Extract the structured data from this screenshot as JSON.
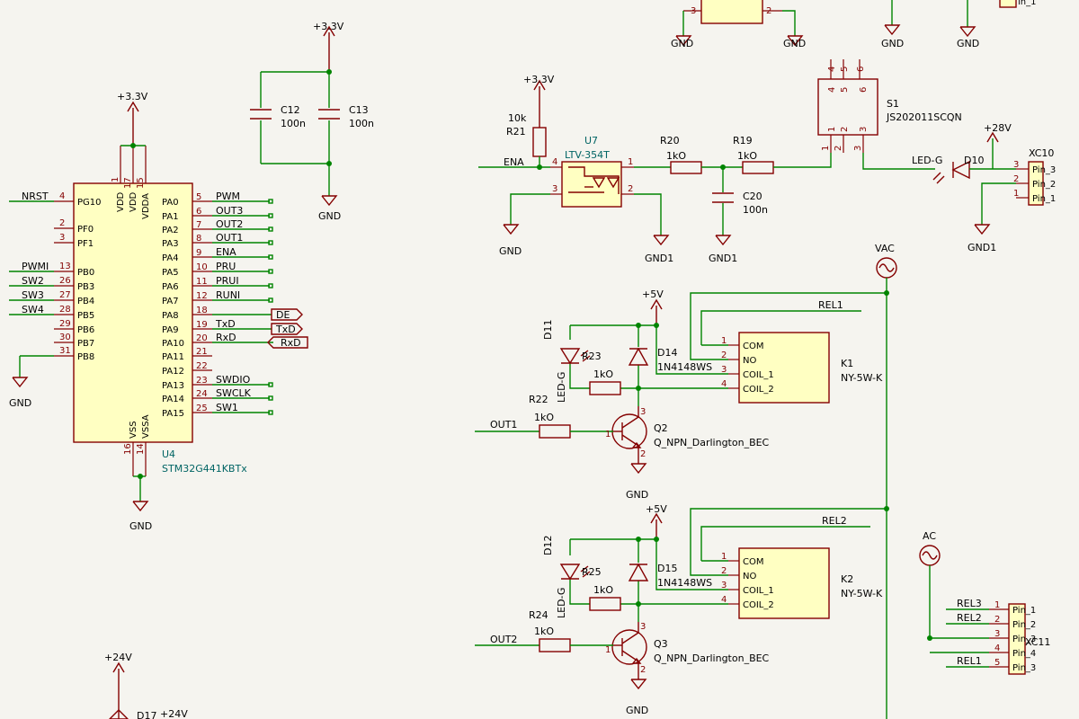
{
  "power": {
    "p33": "+3.3V",
    "p5": "+5V",
    "p24": "+24V",
    "p28": "+28V",
    "gnd": "GND",
    "gnd1": "GND1",
    "vac": "VAC",
    "ac": "AC"
  },
  "u4": {
    "ref": "U4",
    "value": "STM32G441KBTx",
    "left_pins": [
      {
        "name": "PG10",
        "num": "4",
        "net": "NRST"
      },
      {
        "name": "PF0",
        "num": "2",
        "net": ""
      },
      {
        "name": "PF1",
        "num": "3",
        "net": ""
      },
      {
        "name": "PB0",
        "num": "13",
        "net": "PWMI"
      },
      {
        "name": "PB3",
        "num": "26",
        "net": "SW2"
      },
      {
        "name": "PB4",
        "num": "27",
        "net": "SW3"
      },
      {
        "name": "PB5",
        "num": "28",
        "net": "SW4"
      },
      {
        "name": "PB6",
        "num": "29",
        "net": ""
      },
      {
        "name": "PB7",
        "num": "30",
        "net": ""
      },
      {
        "name": "PB8",
        "num": "31",
        "net": ""
      }
    ],
    "right_pins": [
      {
        "name": "PA0",
        "num": "5",
        "net": "PWM"
      },
      {
        "name": "PA1",
        "num": "6",
        "net": "OUT3"
      },
      {
        "name": "PA2",
        "num": "7",
        "net": "OUT2"
      },
      {
        "name": "PA3",
        "num": "8",
        "net": "OUT1"
      },
      {
        "name": "PA4",
        "num": "9",
        "net": "ENA"
      },
      {
        "name": "PA5",
        "num": "10",
        "net": "PRU"
      },
      {
        "name": "PA6",
        "num": "11",
        "net": "PRUI"
      },
      {
        "name": "PA7",
        "num": "12",
        "net": "RUNI"
      },
      {
        "name": "PA8",
        "num": "18",
        "net": ""
      },
      {
        "name": "PA9",
        "num": "19",
        "net": "TxD"
      },
      {
        "name": "PA10",
        "num": "20",
        "net": "RxD"
      },
      {
        "name": "PA11",
        "num": "21",
        "net": ""
      },
      {
        "name": "PA12",
        "num": "22",
        "net": ""
      },
      {
        "name": "PA13",
        "num": "23",
        "net": "SWDIO"
      },
      {
        "name": "PA14",
        "num": "24",
        "net": "SWCLK"
      },
      {
        "name": "PA15",
        "num": "25",
        "net": "SW1"
      }
    ],
    "top_pins": [
      {
        "name": "VDD",
        "num": "1"
      },
      {
        "name": "VDD",
        "num": "17"
      },
      {
        "name": "VDDA",
        "num": "15"
      }
    ],
    "bottom_pins": [
      {
        "name": "VSS",
        "num": "16"
      },
      {
        "name": "VSSA",
        "num": "14"
      }
    ]
  },
  "hier": {
    "de": "DE",
    "txd": "TxD",
    "rxd": "RxD"
  },
  "c12": {
    "ref": "C12",
    "value": "100n"
  },
  "c13": {
    "ref": "C13",
    "value": "100n"
  },
  "c20": {
    "ref": "C20",
    "value": "100n"
  },
  "r21": {
    "ref": "R21",
    "value": "10k"
  },
  "u7": {
    "ref": "U7",
    "value": "LTV-354T",
    "pin1": "1",
    "pin2": "2",
    "pin3": "3",
    "pin4": "4"
  },
  "r20": {
    "ref": "R20",
    "value": "1kO"
  },
  "r19": {
    "ref": "R19",
    "value": "1kO"
  },
  "s1": {
    "ref": "S1",
    "value": "JS202011SCQN",
    "pins_top": [
      "4",
      "5",
      "6"
    ],
    "pins_inner_top": [
      "4",
      "5",
      "6"
    ],
    "pins_inner_bottom": [
      "1",
      "2",
      "3"
    ],
    "pins_bottom": [
      "1",
      "2",
      "3"
    ]
  },
  "d10": {
    "ref": "D10",
    "value": "LED-G"
  },
  "xc10": {
    "ref": "XC10",
    "pins": [
      {
        "num": "3",
        "name": "Pin_3"
      },
      {
        "num": "2",
        "name": "Pin_2"
      },
      {
        "num": "1",
        "name": "Pin_1"
      }
    ]
  },
  "top_partial": {
    "pin3": "3",
    "pin2": "2",
    "pin1_label": "in_1"
  },
  "nets": {
    "ena": "ENA",
    "rel1": "REL1",
    "rel2": "REL2",
    "rel3": "REL3",
    "out1": "OUT1",
    "out2": "OUT2"
  },
  "k1": {
    "ref": "K1",
    "value": "NY-5W-K",
    "pins": [
      {
        "num": "1",
        "name": "COM"
      },
      {
        "num": "2",
        "name": "NO"
      },
      {
        "num": "3",
        "name": "COIL_1"
      },
      {
        "num": "4",
        "name": "COIL_2"
      }
    ]
  },
  "k2": {
    "ref": "K2",
    "value": "NY-5W-K",
    "pins": [
      {
        "num": "1",
        "name": "COM"
      },
      {
        "num": "2",
        "name": "NO"
      },
      {
        "num": "3",
        "name": "COIL_1"
      },
      {
        "num": "4",
        "name": "COIL_2"
      }
    ]
  },
  "d11": {
    "ref": "D11",
    "value": "LED-G"
  },
  "d12": {
    "ref": "D12",
    "value": "LED-G"
  },
  "r23": {
    "ref": "R23",
    "value": "1kO"
  },
  "r25": {
    "ref": "R25",
    "value": "1kO"
  },
  "d14": {
    "ref": "D14",
    "value": "1N4148WS"
  },
  "d15": {
    "ref": "D15",
    "value": "1N4148WS"
  },
  "r22": {
    "ref": "R22",
    "value": "1kO"
  },
  "r24": {
    "ref": "R24",
    "value": "1kO"
  },
  "q2": {
    "ref": "Q2",
    "value": "Q_NPN_Darlington_BEC",
    "p1": "1",
    "p2": "2",
    "p3": "3"
  },
  "q3": {
    "ref": "Q3",
    "value": "Q_NPN_Darlington_BEC",
    "p1": "1",
    "p2": "2",
    "p3": "3"
  },
  "xc11": {
    "ref": "XC11",
    "pins": [
      {
        "num": "1",
        "name": "Pin_1",
        "net": "REL3"
      },
      {
        "num": "2",
        "name": "Pin_2",
        "net": "REL2"
      },
      {
        "num": "3",
        "name": "Pin_3",
        "net": ""
      },
      {
        "num": "4",
        "name": "Pin_4",
        "net": ""
      },
      {
        "num": "5",
        "name": "Pin_3",
        "net": "REL1"
      }
    ]
  },
  "d17": {
    "ref": "D17"
  }
}
